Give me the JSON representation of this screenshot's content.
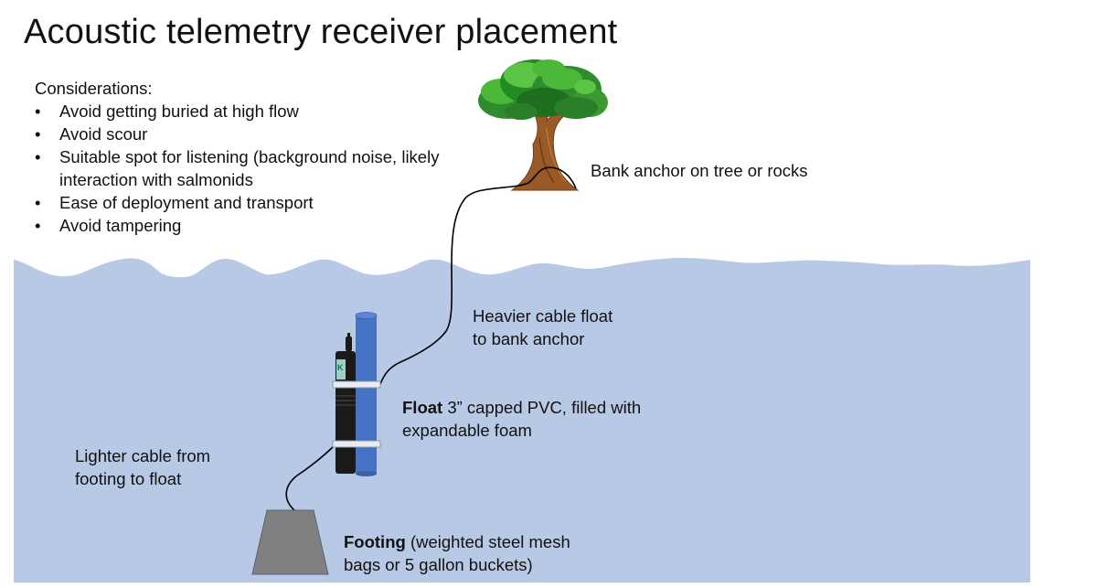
{
  "slide": {
    "title": "Acoustic telemetry receiver placement",
    "considerations": {
      "heading": "Considerations:",
      "items": [
        "Avoid getting buried at high flow",
        "Avoid scour",
        "Suitable spot for listening (background noise, likely interaction with salmonids",
        "Ease of deployment and transport",
        "Avoid tampering"
      ]
    }
  },
  "labels": {
    "bank_anchor": "Bank anchor on tree or rocks",
    "heavier_cable": {
      "line1": "Heavier cable float",
      "line2": "to bank anchor"
    },
    "float": {
      "bold": "Float",
      "line1_rest": " 3” capped PVC, filled with",
      "line2": "expandable foam"
    },
    "lighter_cable": {
      "line1": "Lighter cable from",
      "line2": "footing to float"
    },
    "footing": {
      "bold": "Footing",
      "line1_rest": " (weighted steel mesh",
      "line2": "bags or 5 gallon buckets)"
    }
  },
  "colors": {
    "water": "#b8c9e6",
    "pvc_float": "#4472c4",
    "receiver": "#1a1a1a",
    "clamp": "#e8ecf2",
    "footing": "#808080",
    "tree_foliage": "#2e8b2e",
    "tree_trunk": "#9a5a28",
    "cable": "#000000"
  }
}
